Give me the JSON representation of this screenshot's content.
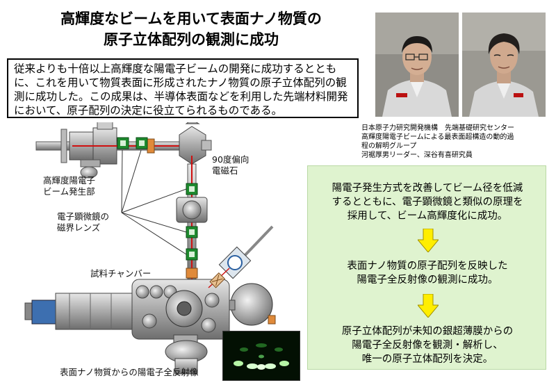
{
  "title": {
    "line1": "高輝度なビームを用いて表面ナノ物質の",
    "line2": "原子立体配列の観測に成功"
  },
  "summary": {
    "text": "従来よりも十倍以上高輝度な陽電子ビームの開発に成功するとともに、これを用いて物質表面に形成されたナノ物質の原子立体配列の観測に成功した。この成果は、半導体表面などを利用した先端材料開発において、原子配列の決定に役立てられるものである。"
  },
  "caption": {
    "line1": "日本原子力研究開発機構　先端基礎研究センター",
    "line2": "高輝度陽電子ビームによる最表面超構造の動的過",
    "line3": "程の解明グループ",
    "line4": "河裾厚男リーダー、深谷有喜研究員"
  },
  "diagram": {
    "source_label_1": "高輝度陽電子",
    "source_label_2": "ビーム発生部",
    "magnet_label_1": "90度偏向",
    "magnet_label_2": "電磁石",
    "lens_label_1": "電子顕微鏡の",
    "lens_label_2": "磁界レンズ",
    "chamber_label": "試料チャンバー",
    "pattern_label": "表面ナノ物質からの陽電子全反射像"
  },
  "steps": [
    {
      "line1": "陽電子発生方式を改善してビーム径を低減",
      "line2": "するとともに、電子顕微鏡と類似の原理を",
      "line3": "採用して、ビーム高輝度化に成功。"
    },
    {
      "line1": "表面ナノ物質の原子配列を反映した",
      "line2": "陽電子全反射像の観測に成功。"
    },
    {
      "line1": "原子立体配列が未知の銀超薄膜からの",
      "line2": "陽電子全反射像を観測・解析し、",
      "line3": "唯一の原子立体配列を決定。"
    }
  ],
  "colors": {
    "panel_bg": "#dff3cf",
    "arrow": "#ffee00",
    "lens_green": "#1e8a2e",
    "beam_red": "#d01010"
  }
}
